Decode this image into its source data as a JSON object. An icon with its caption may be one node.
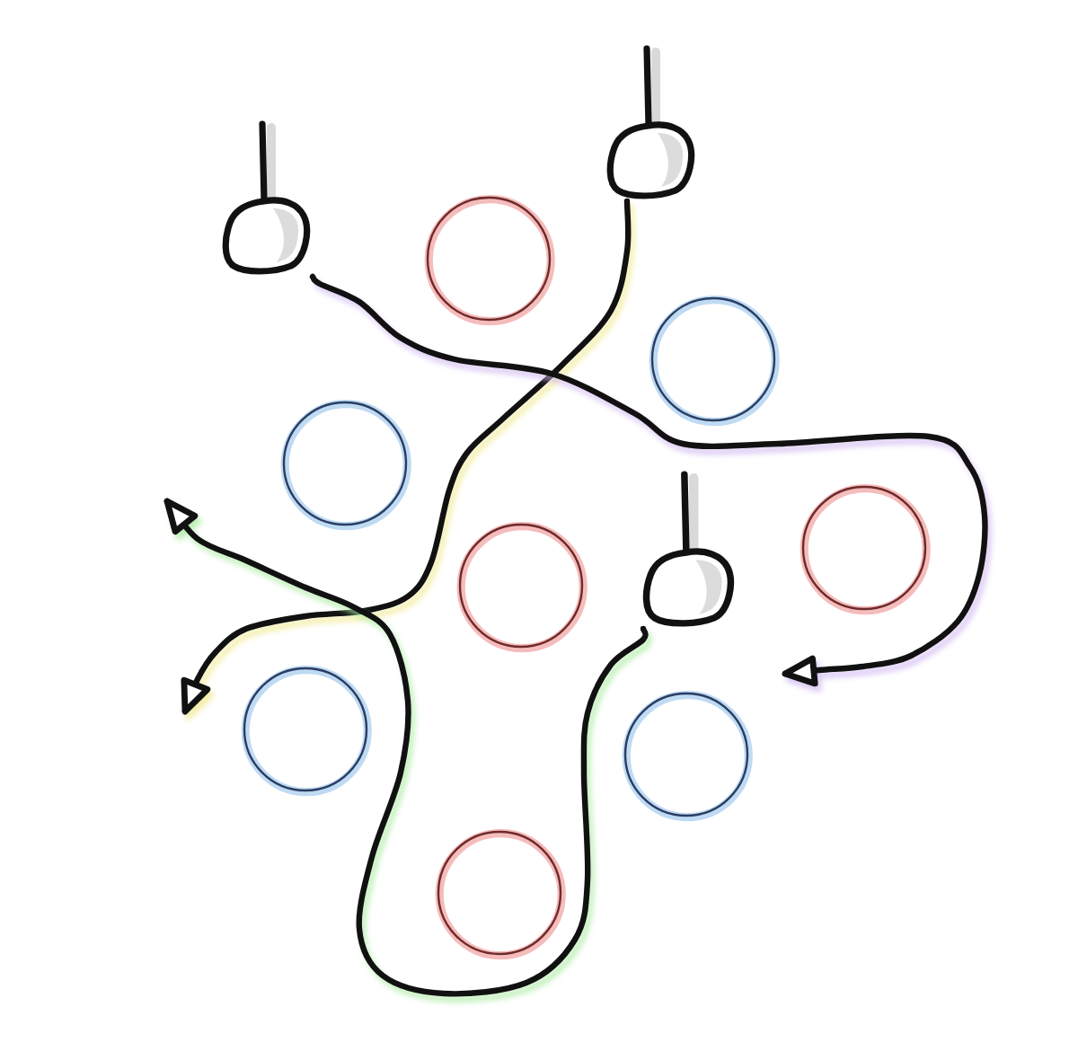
{
  "diagram": {
    "nodes": [
      {
        "text": [],
        "shape": "pin"
      },
      {
        "text": [],
        "shape": "pin"
      },
      {
        "text": [],
        "shape": "circle"
      },
      {
        "text": [],
        "shape": "circle"
      },
      {
        "text": [],
        "shape": "circle"
      },
      {
        "text": [],
        "shape": "circle"
      },
      {
        "text": [],
        "shape": "pin"
      },
      {
        "text": [],
        "shape": "circle"
      },
      {
        "text": [],
        "shape": "circle"
      },
      {
        "text": [],
        "shape": "circle"
      },
      {
        "text": [],
        "shape": "circle"
      }
    ],
    "edges": [
      {
        "from": 0,
        "to": null,
        "arrow": "to"
      },
      {
        "from": 1,
        "to": null,
        "arrow": "to"
      },
      {
        "from": 6,
        "to": null,
        "arrow": "to"
      }
    ]
  }
}
